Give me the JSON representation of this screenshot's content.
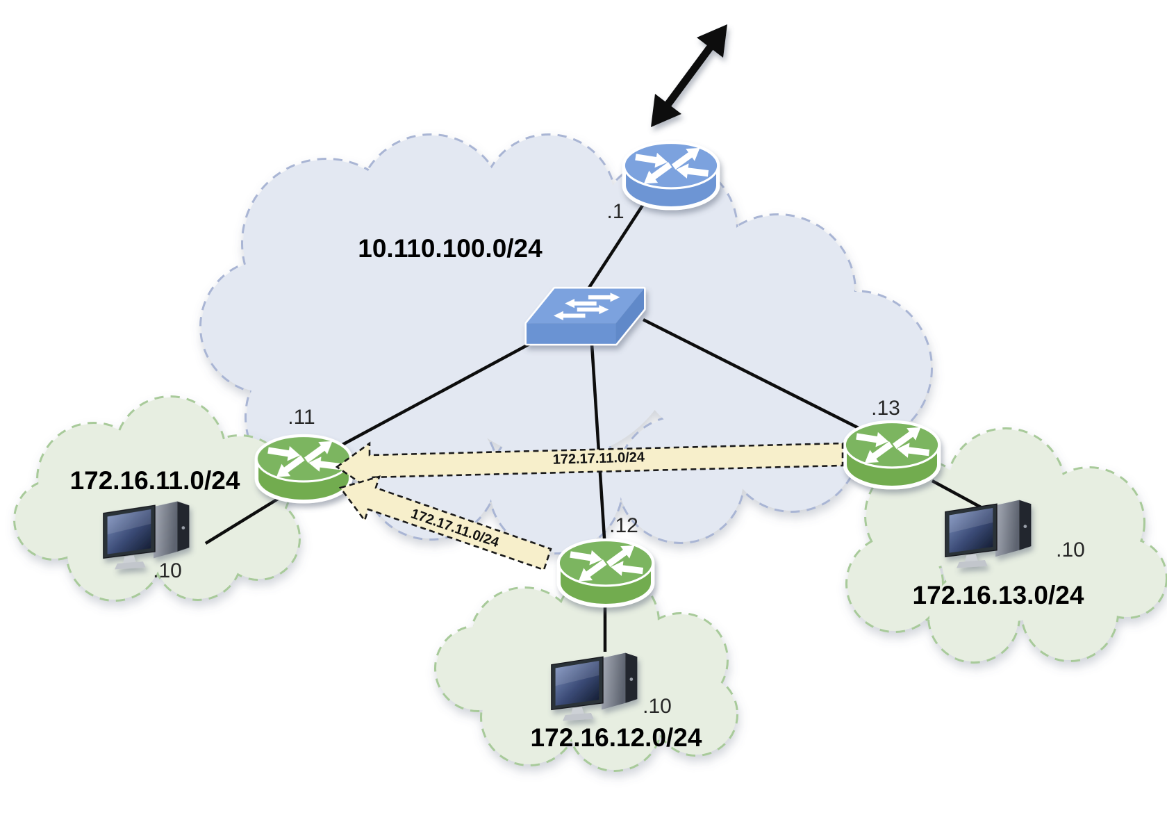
{
  "labels": {
    "core_network": "10.110.100.0/24",
    "edge_router_if": ".1",
    "r11_if": ".11",
    "r12_if": ".12",
    "r13_if": ".13",
    "lan11_network": "172.16.11.0/24",
    "lan12_network": "172.16.12.0/24",
    "lan13_network": "172.16.13.0/24",
    "lan11_host_if": ".10",
    "lan12_host_if": ".10",
    "lan13_host_if": ".10",
    "route_ad_r13_to_r11": "172.17.11.0/24",
    "route_ad_r12_to_r11": "172.17.11.0/24"
  },
  "colors": {
    "core_cloud_fill": "#e3e8f2",
    "core_cloud_border": "#a9b5d4",
    "lan_cloud_fill": "#e7eee1",
    "lan_cloud_border": "#a8ca9a",
    "router_green_top": "#7cb560",
    "router_green_body": "#72ac50",
    "device_blue_top": "#7ba2de",
    "device_blue_body": "#6d95d4",
    "advert_fill": "#f7efcb",
    "link_color": "#0d0d0d"
  }
}
